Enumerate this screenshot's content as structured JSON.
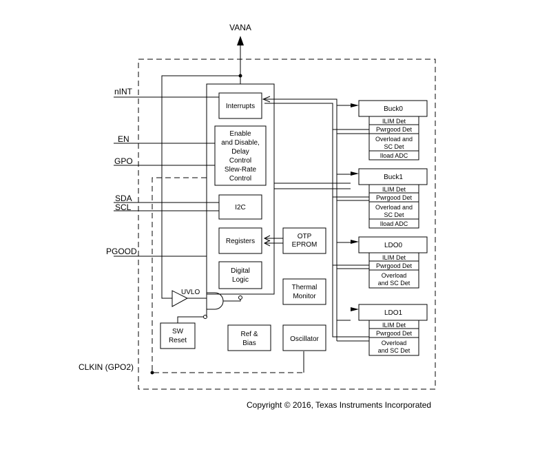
{
  "signals": {
    "vana": "VANA",
    "nint": "nINT",
    "en": "EN",
    "gpo": "GPO",
    "sda": "SDA",
    "scl": "SCL",
    "pgood": "PGOOD",
    "clkin": "CLKIN (GPO2)"
  },
  "blocks": {
    "interrupts": "Interrupts",
    "enable": [
      "Enable",
      "and Disable,",
      "Delay",
      "Control",
      "Slew-Rate",
      "Control"
    ],
    "i2c": "I2C",
    "registers": "Registers",
    "digital_logic": [
      "Digital",
      "Logic"
    ],
    "otp": [
      "OTP",
      "EPROM"
    ],
    "thermal": [
      "Thermal",
      "Monitor"
    ],
    "ref_bias": [
      "Ref &",
      "Bias"
    ],
    "oscillator": "Oscillator",
    "sw_reset": [
      "SW",
      "Reset"
    ],
    "uvlo": "UVLO"
  },
  "regulators": {
    "buck0": {
      "title": "Buck0",
      "rows": [
        "ILIM Det",
        "Pwrgood Det",
        "Overload and\nSC Det",
        "Iload ADC"
      ]
    },
    "buck1": {
      "title": "Buck1",
      "rows": [
        "ILIM Det",
        "Pwrgood Det",
        "Overload and\nSC Det",
        "Iload ADC"
      ]
    },
    "ldo0": {
      "title": "LDO0",
      "rows": [
        "ILIM Det",
        "Pwrgood Det",
        "Overload\nand SC Det"
      ]
    },
    "ldo1": {
      "title": "LDO1",
      "rows": [
        "ILIM Det",
        "Pwrgood Det",
        "Overload\nand SC Det"
      ]
    }
  },
  "copyright": "Copyright © 2016, Texas Instruments Incorporated"
}
